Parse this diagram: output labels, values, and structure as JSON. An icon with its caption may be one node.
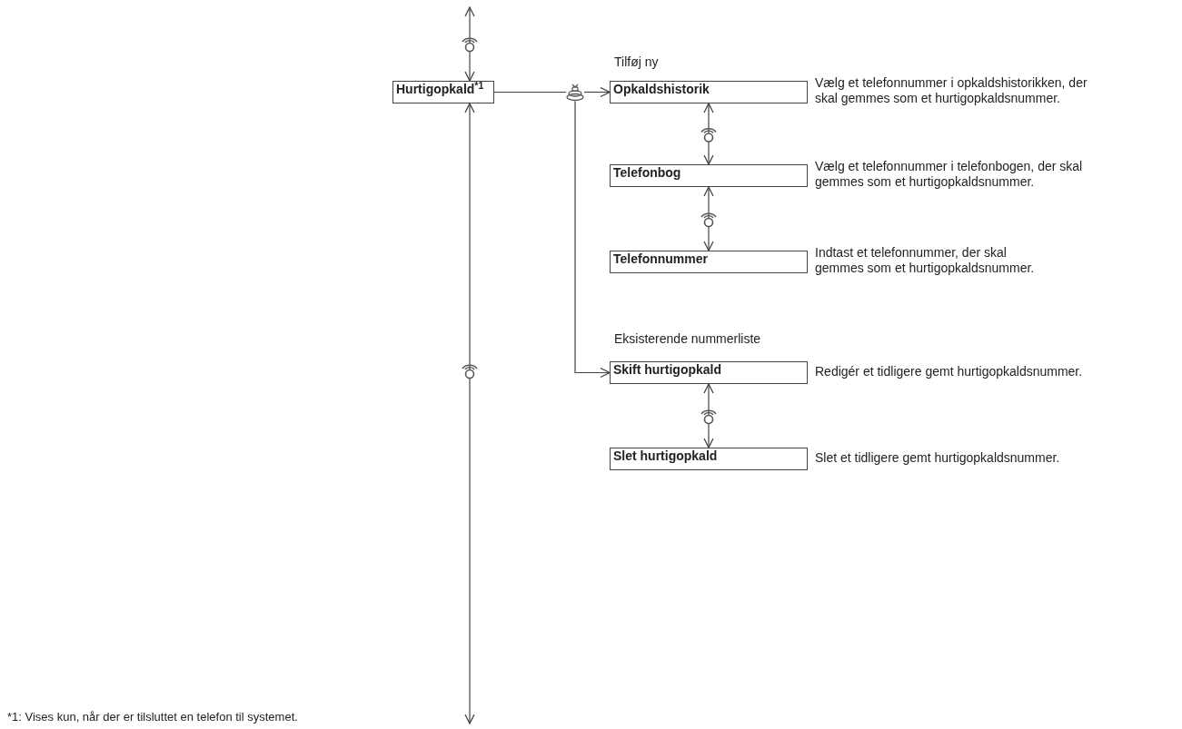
{
  "diagram": {
    "nodes": [
      {
        "text": [
          "Hurtigopkald$^{*1}$"
        ]
      },
      {
        "text": [
          "Opkaldshistorik"
        ],
        "beside": [
          "Vælg et telefonnummer i opkaldshistorikken, der skal gemmes som et hurtigopkaldsnummer."
        ]
      },
      {
        "text": [
          "Telefonbog"
        ],
        "beside": [
          "Vælg et telefonnummer i telefonbogen, der skal gemmes som et hurtigopkaldsnummer."
        ]
      },
      {
        "text": [
          "Telefonnummer"
        ],
        "beside": [
          "Indtast et telefonnummer, der skal gemmes som et hurtigopkaldsnummer."
        ]
      },
      {
        "text": [
          "Skift hurtigopkald"
        ],
        "beside": [
          "Redigér et tidligere gemt hurtigopkaldsnummer."
        ]
      },
      {
        "text": [
          "Slet hurtigopkald"
        ],
        "beside": [
          "Slet et tidligere gemt hurtigopkaldsnummer."
        ]
      },
      {
        "text": [],
        "shape": "picture"
      }
    ],
    "edges": [
      {
        "from": null,
        "to": 0,
        "arrow": "both"
      },
      {
        "from": 0,
        "to": null,
        "arrow": "both"
      },
      {
        "from": 0,
        "to": 6,
        "arrow": "none"
      },
      {
        "from": 6,
        "to": 1,
        "arrow": "to"
      },
      {
        "from": 6,
        "to": 4,
        "arrow": "to"
      },
      {
        "from": 1,
        "to": 2,
        "arrow": "both"
      },
      {
        "from": 2,
        "to": 3,
        "arrow": "both"
      },
      {
        "from": 4,
        "to": 5,
        "arrow": "both"
      }
    ],
    "labels": [
      "Tilføj ny",
      "Eksisterende nummerliste",
      "*1: Vises kun, når der er tilsluttet en telefon til systemet."
    ]
  }
}
